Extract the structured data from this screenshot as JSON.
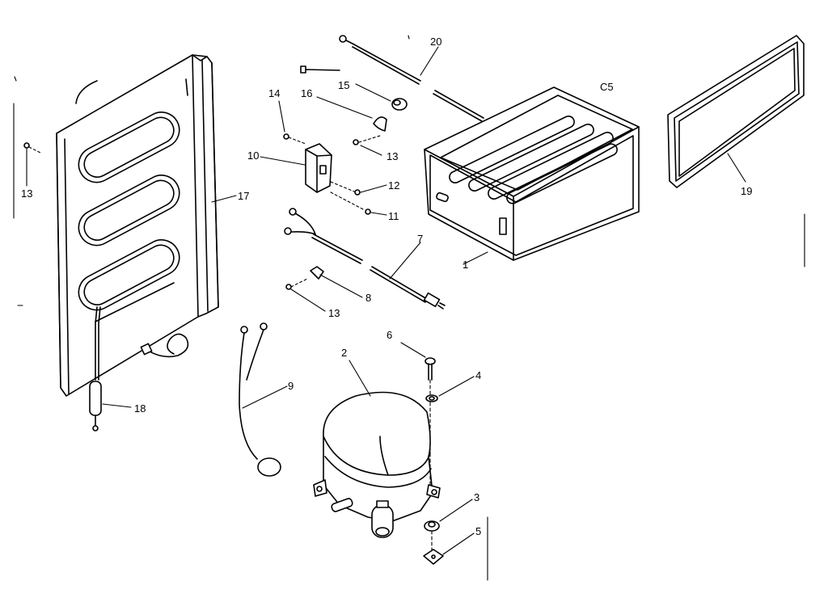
{
  "labels": {
    "l1": "1",
    "l2": "2",
    "l3": "3",
    "l4": "4",
    "l5": "5",
    "l6": "6",
    "l7": "7",
    "l8": "8",
    "l9": "9",
    "l10": "10",
    "l11": "11",
    "l12": "12",
    "l13a": "13",
    "l13b": "13",
    "l13c": "13",
    "l14": "14",
    "l15": "15",
    "l16": "16",
    "l17": "17",
    "l18": "18",
    "l19": "19",
    "l20": "20",
    "c5": "C5"
  }
}
